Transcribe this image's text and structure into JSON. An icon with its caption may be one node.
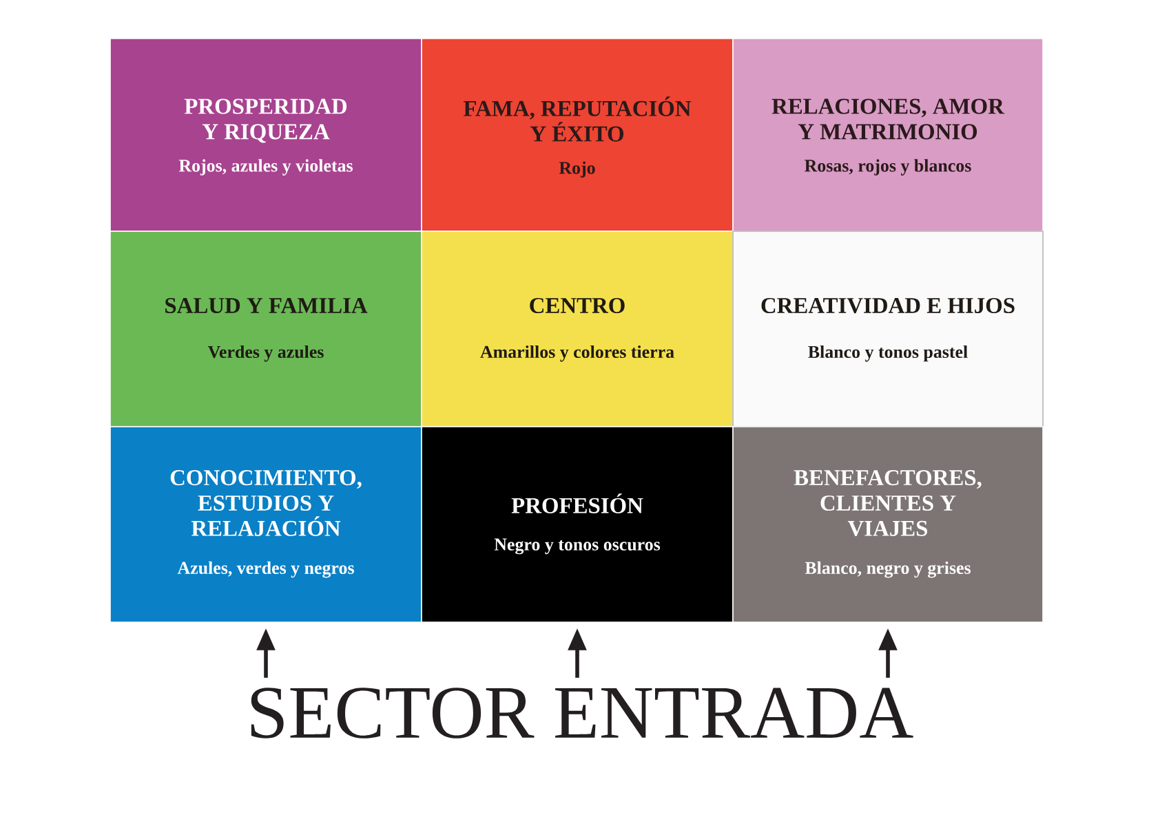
{
  "diagram": {
    "nodes": [
      {
        "text": [
          "PROSPERIDAD Y RIQUEZA",
          "Rojos, azules y violetas"
        ]
      },
      {
        "text": [
          "FAMA, REPUTACIÓN Y ÉXITO",
          "Rojo"
        ]
      },
      {
        "text": [
          "RELACIONES, AMOR Y MATRIMONIO",
          "Rosas, rojos y blancos"
        ]
      },
      {
        "text": [
          "SALUD Y FAMILIA",
          "Verdes y azules"
        ]
      },
      {
        "text": [
          "CENTRO",
          "Amarillos y colores tierra"
        ]
      },
      {
        "text": [
          "CREATIVIDAD E HIJOS",
          "Blanco y tonos pastel"
        ]
      },
      {
        "text": [
          "CONOCIMIENTO, ESTUDIOS Y RELAJACIÓN",
          "Azules, verdes y negros"
        ]
      },
      {
        "text": [
          "PROFESIÓN",
          "Negro y tonos oscuros"
        ]
      },
      {
        "text": [
          "BENEFACTORES, CLIENTES Y VIAJES",
          "Blanco, negro y grises"
        ]
      },
      {
        "text": [
          "SECTOR ENTRADA"
        ]
      }
    ],
    "edges": [
      {
        "from": 9,
        "to": 6,
        "arrow": "to"
      },
      {
        "from": 9,
        "to": 7,
        "arrow": "to"
      },
      {
        "from": 9,
        "to": 8,
        "arrow": "to"
      }
    ]
  }
}
